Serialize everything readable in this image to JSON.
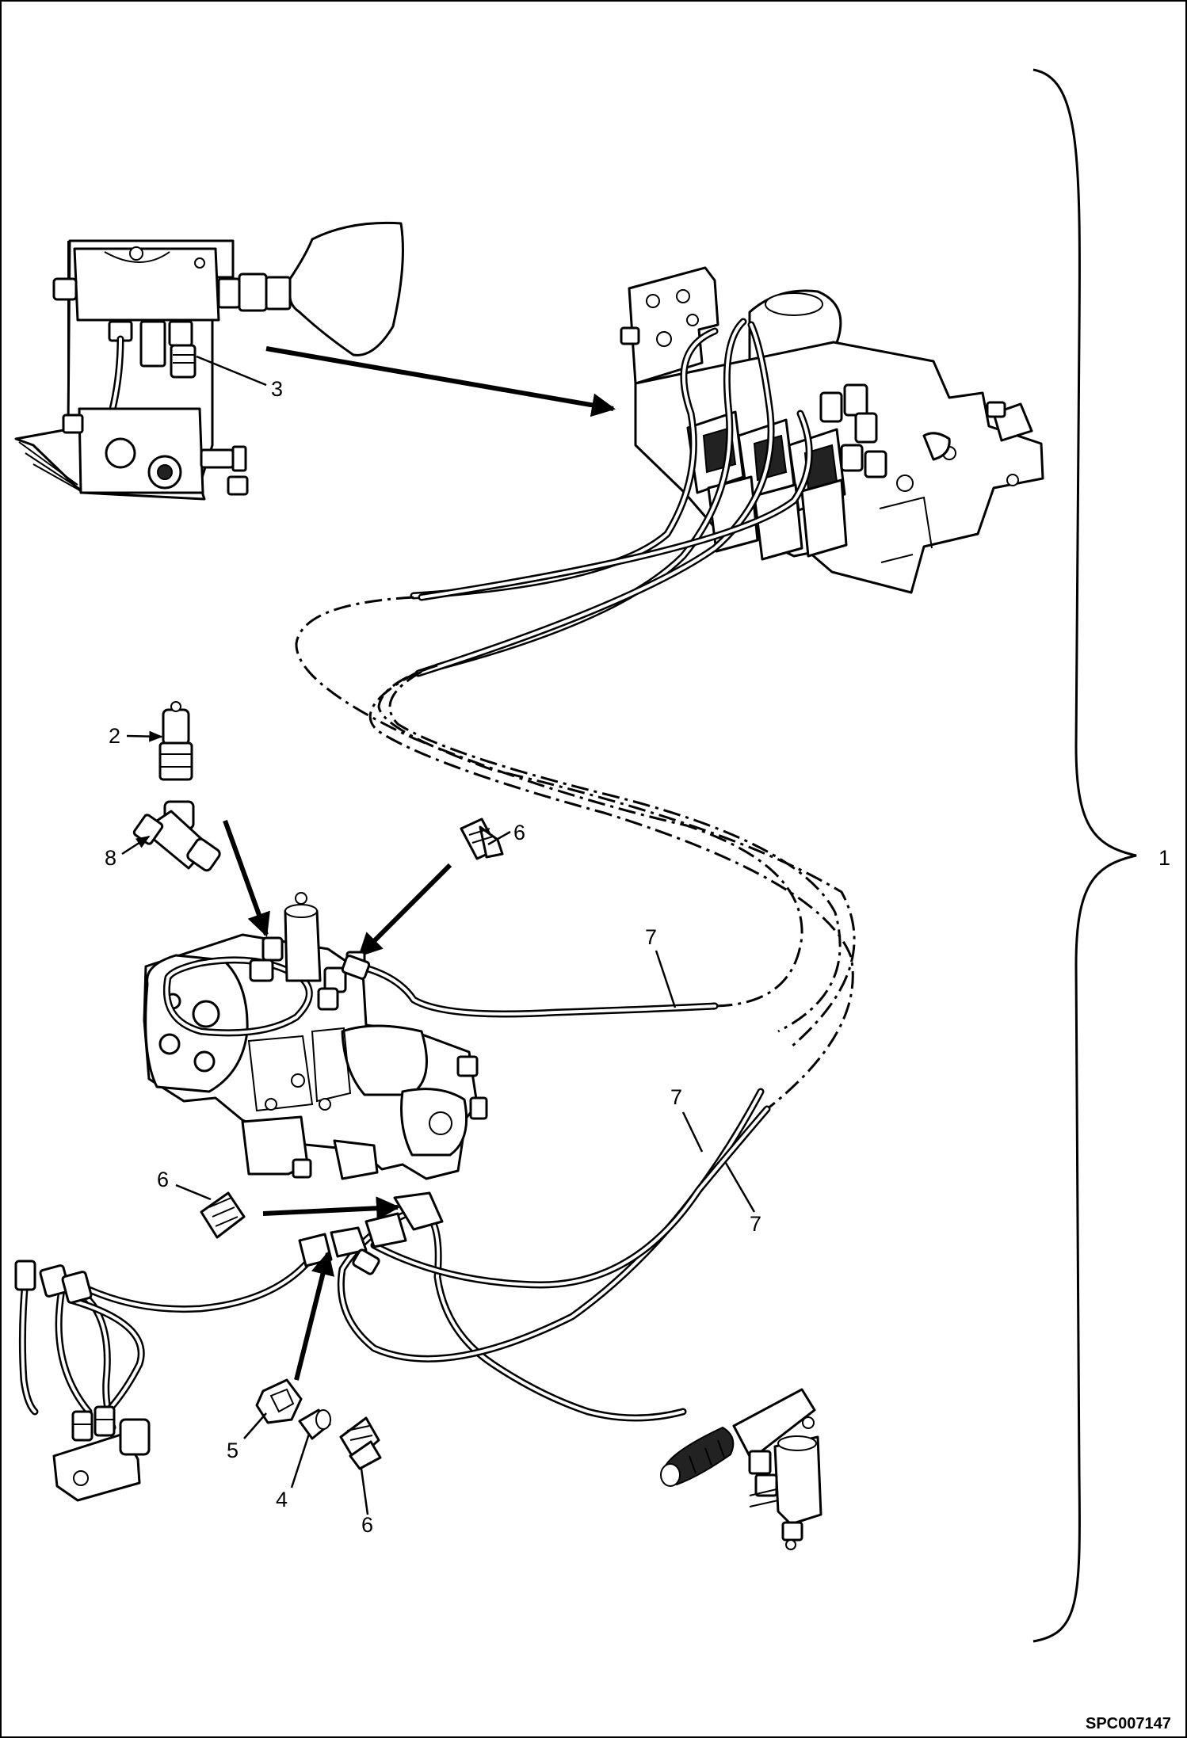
{
  "diagram": {
    "reference_code": "SPC007147",
    "callouts": {
      "assembly": "1",
      "fitting_tee": "2",
      "fitting_elbow_top": "3",
      "union": "4",
      "nut": "5",
      "adapter_upper": "6",
      "adapter_left": "6",
      "adapter_bottom": "6",
      "hose_upper": "7",
      "hose_lower_a": "7",
      "hose_lower_b": "7",
      "tee_connector": "8"
    }
  }
}
